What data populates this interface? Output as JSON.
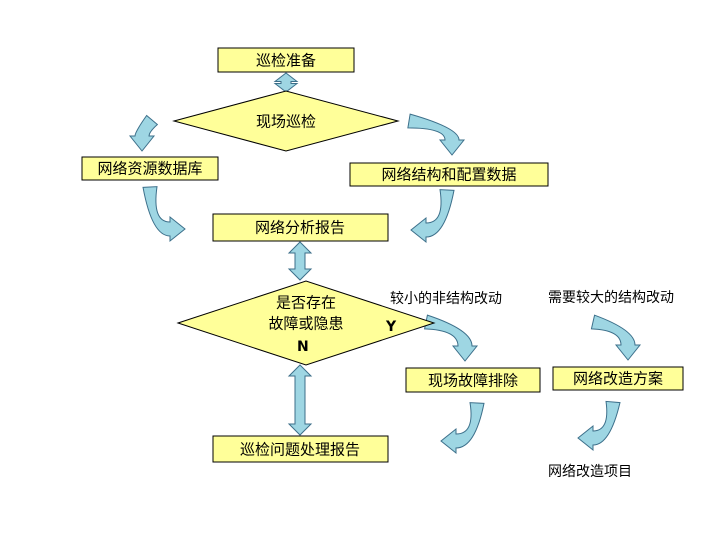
{
  "colors": {
    "node_fill": "#ffff99",
    "node_stroke": "#000000",
    "arrow_fill": "#9ed6e3",
    "arrow_stroke": "#3c6f8a",
    "text": "#000000"
  },
  "nodes": {
    "prepare": "巡检准备",
    "site_inspection": "现场巡检",
    "resource_db": "网络资源数据库",
    "structure_config": "网络结构和配置数据",
    "analysis_report": "网络分析报告",
    "decision_line1": "是否存在",
    "decision_line2": "故障或隐患",
    "fault_removal": "现场故障排除",
    "transform_plan": "网络改造方案",
    "problem_report": "巡检问题处理报告"
  },
  "labels": {
    "yes": "Y",
    "no": "N",
    "small_change": "较小的非结构改动",
    "large_change": "需要较大的结构改动",
    "transform_project": "网络改造项目"
  },
  "icons": {
    "curved_arrow": "curved-arrow-icon",
    "double_arrow": "double-arrow-icon"
  }
}
